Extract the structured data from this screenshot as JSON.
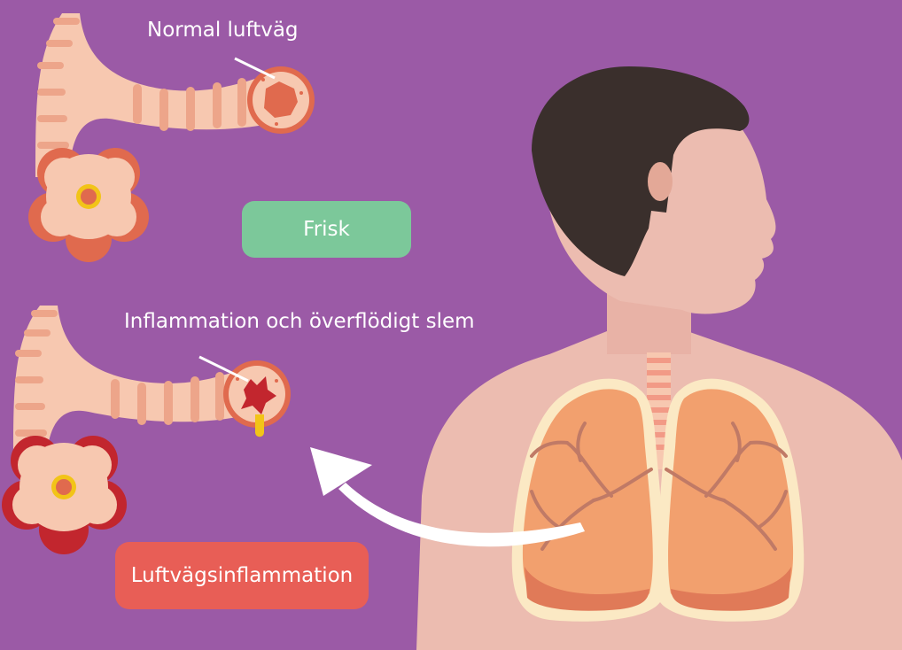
{
  "labels": {
    "normal_airway": "Normal luftväg",
    "inflamed_airway": "Inflammation och överflödigt slem"
  },
  "badges": {
    "healthy": "Frisk",
    "inflammation": "Luftvägsinflammation"
  },
  "colors": {
    "background": "#9b5aa6",
    "healthy_badge": "#7cc89a",
    "inflammation_badge": "#e85e56",
    "skin": "#ecbcb0",
    "hair": "#3a2f2c",
    "lung": "#f0a070",
    "airway": "#f7c8b0",
    "airway_ring": "#eda58a",
    "mucus": "#f2c418"
  },
  "icons": {
    "arrow": "curved-arrow-icon",
    "airway_normal": "normal-airway-icon",
    "airway_inflamed": "inflamed-airway-icon"
  }
}
